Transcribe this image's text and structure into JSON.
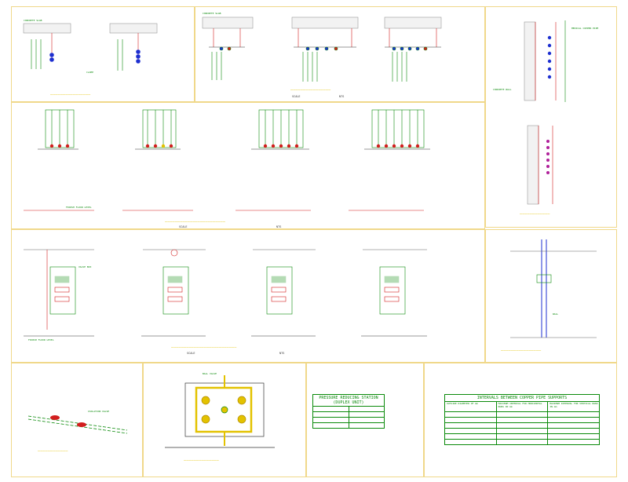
{
  "sheet": {
    "title": "PRESSURE REDUCING STATION (DUPLEX UNIT)",
    "table_title": "INTERVALS BETWEEN COPPER PIPE SUPPORTS",
    "table_headers": [
      "OUTSIDE DIAMETER OF mm",
      "MAXIMUM INTERVAL FOR HORIZONTAL RUNS IN mm",
      "MAXIMUM INTERVAL FOR VERTICAL RUNS IN mm"
    ],
    "scale_label": "SCALE",
    "nts_label": "NTS",
    "labels": {
      "concrete_slab": "CONCRETE SLAB",
      "finish_floor": "FINISH FLOOR LEVEL",
      "clamp": "CLAMP",
      "copper_pipe": "MEDICAL COPPER PIPE",
      "concrete_wall": "CONCRETE WALL",
      "valve_box": "VALVE BOX",
      "wall": "WALL",
      "shut_valve": "ISOLATION VALVE",
      "bell_valve": "BALL VALVE"
    }
  },
  "colors": {
    "border": "#f0d88a",
    "cad_green": "#0a8a0a",
    "cad_red": "#d21e1e",
    "cad_blue": "#1d2fd0",
    "cad_yellow": "#e3c200",
    "cad_magenta": "#b0209a"
  }
}
